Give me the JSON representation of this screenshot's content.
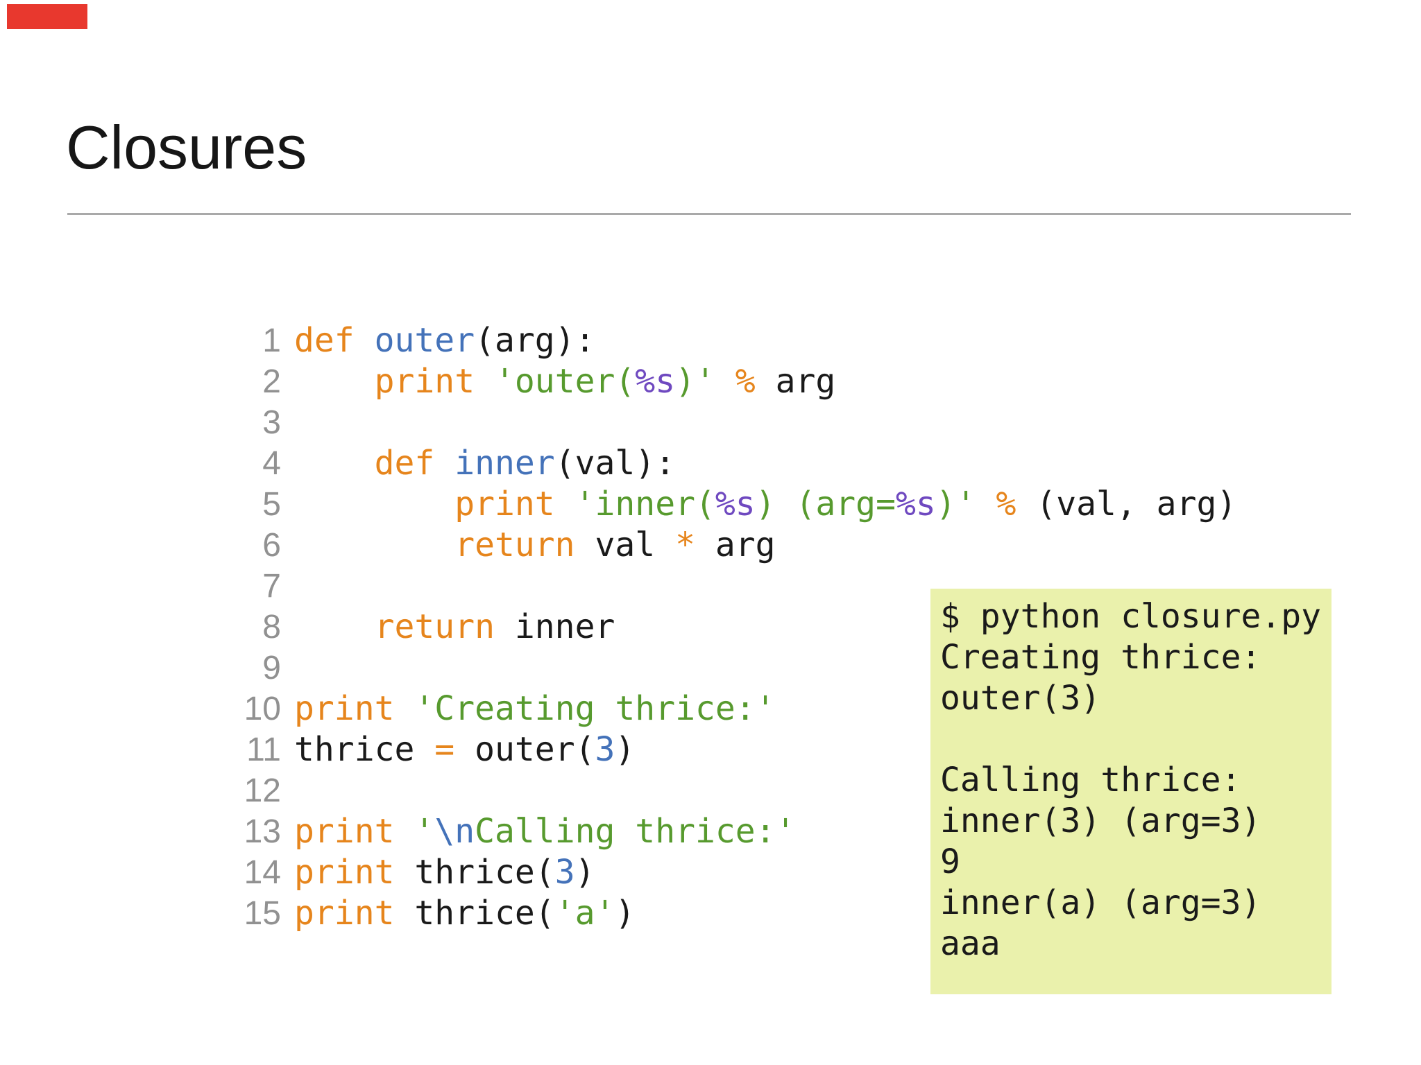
{
  "slide": {
    "title": "Closures"
  },
  "colors": {
    "progress_marker": "#e8382e",
    "keyword_orange": "#e6851c",
    "function_blue": "#4472b9",
    "string_green": "#579a2e",
    "format_purple": "#6f49c0",
    "number_blue": "#4472b9",
    "escape_blue": "#4472b9",
    "plain_code": "#1a1a1a",
    "line_number_gray": "#919191",
    "output_background": "#eaf1ac",
    "divider_gray": "#a9a9a9"
  },
  "code": {
    "lines": [
      {
        "num": "1",
        "segments": [
          {
            "t": "def",
            "c": "kw"
          },
          {
            "t": " ",
            "c": "pl"
          },
          {
            "t": "outer",
            "c": "fn"
          },
          {
            "t": "(arg):",
            "c": "pl"
          }
        ]
      },
      {
        "num": "2",
        "segments": [
          {
            "t": "    ",
            "c": "pl"
          },
          {
            "t": "print",
            "c": "kw"
          },
          {
            "t": " ",
            "c": "pl"
          },
          {
            "t": "'outer(",
            "c": "str"
          },
          {
            "t": "%s",
            "c": "fmt"
          },
          {
            "t": ")'",
            "c": "str"
          },
          {
            "t": " ",
            "c": "pl"
          },
          {
            "t": "%",
            "c": "kw"
          },
          {
            "t": " arg",
            "c": "pl"
          }
        ]
      },
      {
        "num": "3",
        "segments": []
      },
      {
        "num": "4",
        "segments": [
          {
            "t": "    ",
            "c": "pl"
          },
          {
            "t": "def",
            "c": "kw"
          },
          {
            "t": " ",
            "c": "pl"
          },
          {
            "t": "inner",
            "c": "fn"
          },
          {
            "t": "(val):",
            "c": "pl"
          }
        ]
      },
      {
        "num": "5",
        "segments": [
          {
            "t": "        ",
            "c": "pl"
          },
          {
            "t": "print",
            "c": "kw"
          },
          {
            "t": " ",
            "c": "pl"
          },
          {
            "t": "'inner(",
            "c": "str"
          },
          {
            "t": "%s",
            "c": "fmt"
          },
          {
            "t": ") (arg=",
            "c": "str"
          },
          {
            "t": "%s",
            "c": "fmt"
          },
          {
            "t": ")'",
            "c": "str"
          },
          {
            "t": " ",
            "c": "pl"
          },
          {
            "t": "%",
            "c": "kw"
          },
          {
            "t": " (val, arg)",
            "c": "pl"
          }
        ]
      },
      {
        "num": "6",
        "segments": [
          {
            "t": "        ",
            "c": "pl"
          },
          {
            "t": "return",
            "c": "kw"
          },
          {
            "t": " val ",
            "c": "pl"
          },
          {
            "t": "*",
            "c": "kw"
          },
          {
            "t": " arg",
            "c": "pl"
          }
        ]
      },
      {
        "num": "7",
        "segments": []
      },
      {
        "num": "8",
        "segments": [
          {
            "t": "    ",
            "c": "pl"
          },
          {
            "t": "return",
            "c": "kw"
          },
          {
            "t": " inner",
            "c": "pl"
          }
        ]
      },
      {
        "num": "9",
        "segments": []
      },
      {
        "num": "10",
        "segments": [
          {
            "t": "print",
            "c": "kw"
          },
          {
            "t": " ",
            "c": "pl"
          },
          {
            "t": "'Creating thrice:'",
            "c": "str"
          }
        ]
      },
      {
        "num": "11",
        "segments": [
          {
            "t": "thrice ",
            "c": "pl"
          },
          {
            "t": "=",
            "c": "kw"
          },
          {
            "t": " outer(",
            "c": "pl"
          },
          {
            "t": "3",
            "c": "num"
          },
          {
            "t": ")",
            "c": "pl"
          }
        ]
      },
      {
        "num": "12",
        "segments": []
      },
      {
        "num": "13",
        "segments": [
          {
            "t": "print",
            "c": "kw"
          },
          {
            "t": " ",
            "c": "pl"
          },
          {
            "t": "'",
            "c": "str"
          },
          {
            "t": "\\n",
            "c": "esc"
          },
          {
            "t": "Calling thrice:'",
            "c": "str"
          }
        ]
      },
      {
        "num": "14",
        "segments": [
          {
            "t": "print",
            "c": "kw"
          },
          {
            "t": " thrice(",
            "c": "pl"
          },
          {
            "t": "3",
            "c": "num"
          },
          {
            "t": ")",
            "c": "pl"
          }
        ]
      },
      {
        "num": "15",
        "segments": [
          {
            "t": "print",
            "c": "kw"
          },
          {
            "t": " thrice(",
            "c": "pl"
          },
          {
            "t": "'a'",
            "c": "str"
          },
          {
            "t": ")",
            "c": "pl"
          }
        ]
      }
    ]
  },
  "output": {
    "lines": [
      "$ python closure.py",
      "Creating thrice:",
      "outer(3)",
      "",
      "Calling thrice:",
      "inner(3) (arg=3)",
      "9",
      "inner(a) (arg=3)",
      "aaa"
    ]
  }
}
